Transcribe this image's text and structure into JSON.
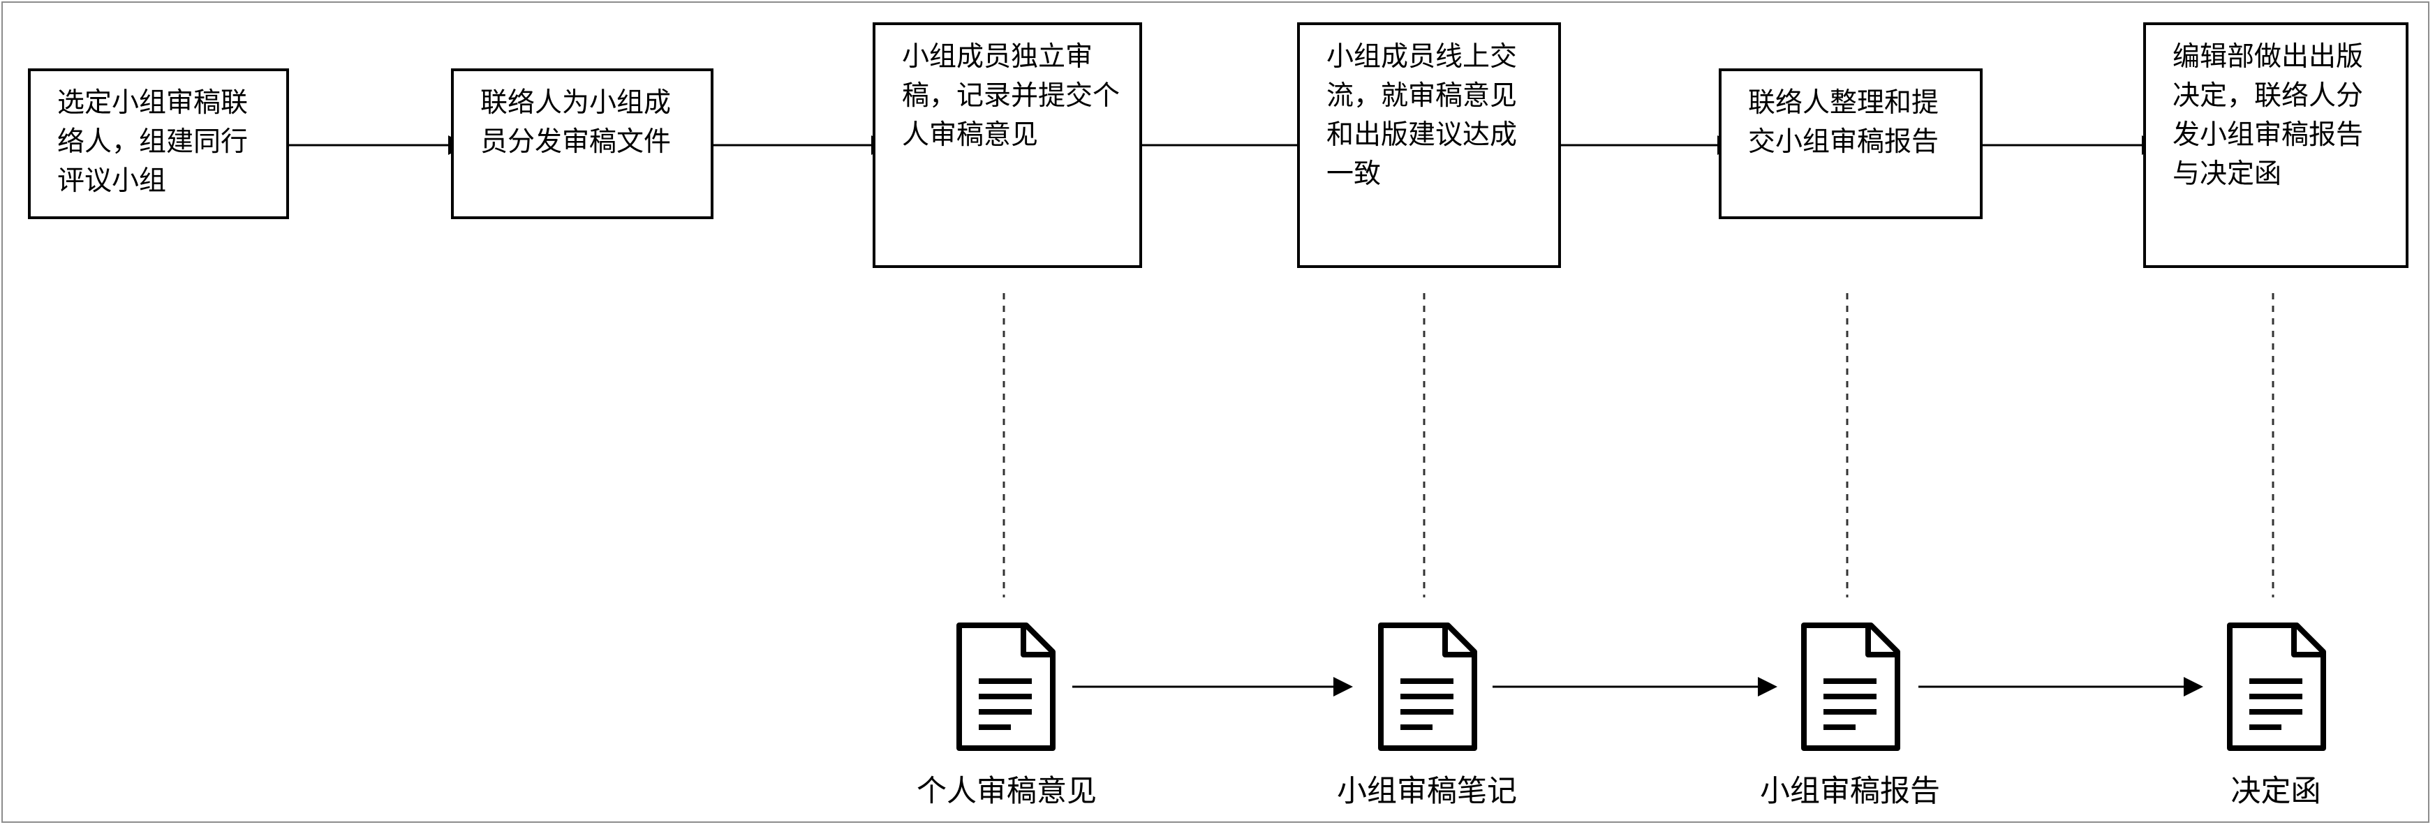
{
  "steps": [
    {
      "text": "选定小组审稿联络人，组建同行评议小组"
    },
    {
      "text": "联络人为小组成员分发审稿文件"
    },
    {
      "text": "小组成员独立审稿，记录并提交个人审稿意见"
    },
    {
      "text": "小组成员线上交流，就审稿意见和出版建议达成一致"
    },
    {
      "text": "联络人整理和提交小组审稿报告"
    },
    {
      "text": "编辑部做出出版决定，联络人分发小组审稿报告与决定函"
    }
  ],
  "documents": [
    {
      "label": "个人审稿意见",
      "icon": "document-icon"
    },
    {
      "label": "小组审稿笔记",
      "icon": "document-icon"
    },
    {
      "label": "小组审稿报告",
      "icon": "document-icon"
    },
    {
      "label": "决定函",
      "icon": "document-icon"
    }
  ],
  "colors": {
    "line": "#000000",
    "dashed": "#333333",
    "frame": "#8c8c8c"
  }
}
